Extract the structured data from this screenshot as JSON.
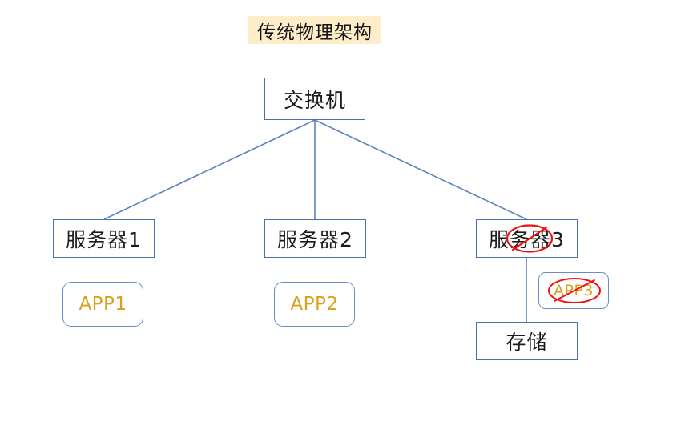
{
  "diagram": {
    "title": "传统物理架构",
    "title_highlight_color": "#fdedc8",
    "background_color": "#ffffff",
    "box_border_color": "#4a72ab",
    "app_border_color": "#6a8cc6",
    "app_text_color": "#d9a01c",
    "connector_color": "#5b82bd",
    "annotation_color": "#ee1111",
    "nodes": {
      "switch": "交换机",
      "server1": "服务器1",
      "server2": "服务器2",
      "server3": "服务器3",
      "storage": "存储",
      "app1": "APP1",
      "app2": "APP2",
      "app3": "APP3"
    },
    "annotations": {
      "server3_crossed_out": "crossed-out-ellipse",
      "app3_crossed_out": "crossed-out-ellipse"
    },
    "connectors": [
      {
        "from": "switch",
        "to": "server1"
      },
      {
        "from": "switch",
        "to": "server2"
      },
      {
        "from": "switch",
        "to": "server3"
      },
      {
        "from": "server3",
        "to": "storage"
      }
    ]
  }
}
